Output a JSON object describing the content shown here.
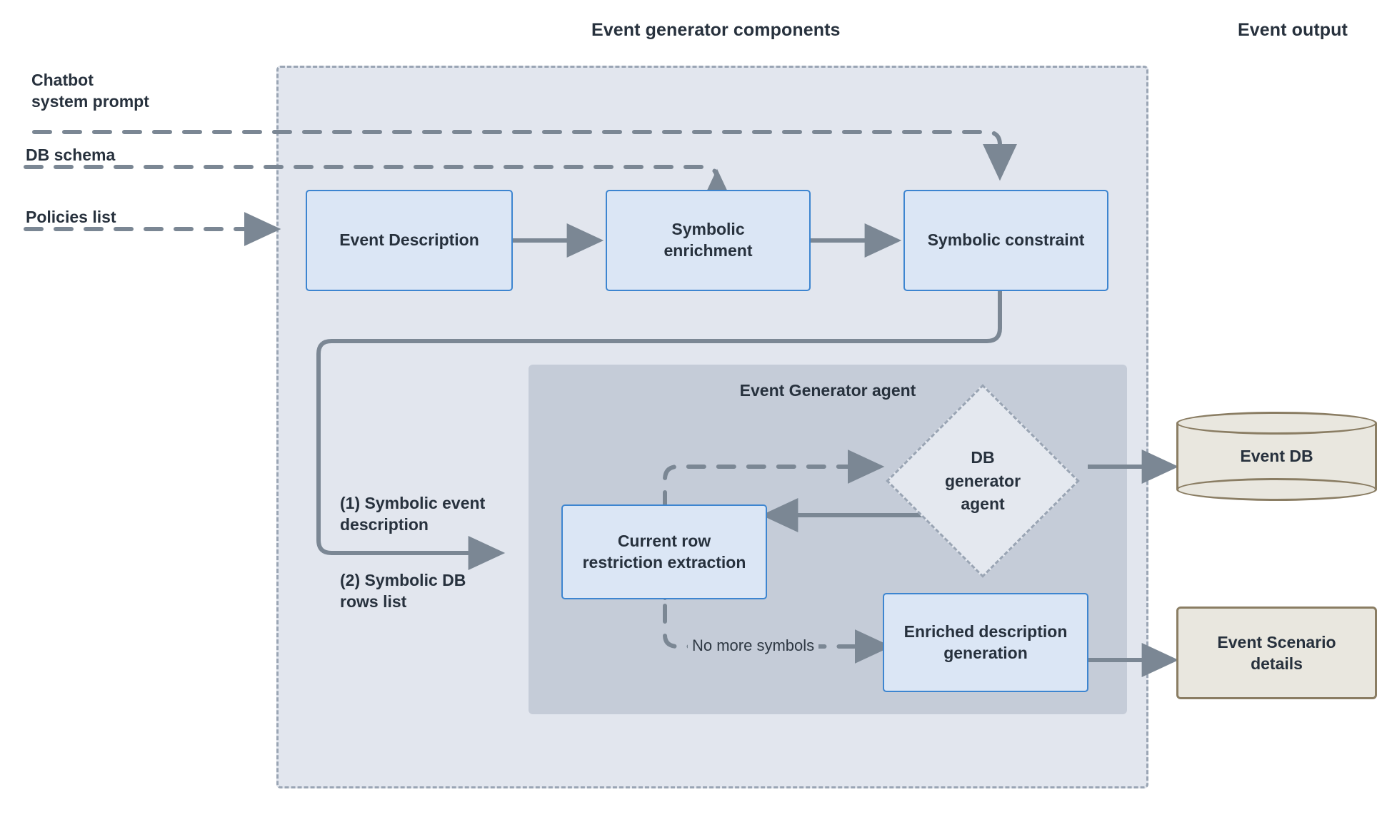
{
  "headers": {
    "left": "Event generator components",
    "right": "Event output"
  },
  "inputs": [
    {
      "id": "chatbot-system-prompt",
      "label": "Chatbot\nsystem prompt"
    },
    {
      "id": "db-schema",
      "label": "DB schema"
    },
    {
      "id": "policies-list",
      "label": "Policies list"
    }
  ],
  "pipeline": {
    "nodes": [
      {
        "id": "event-description",
        "label": "Event Description"
      },
      {
        "id": "symbolic-enrichment",
        "label": "Symbolic\nenrichment"
      },
      {
        "id": "symbolic-constraint",
        "label": "Symbolic constraint"
      }
    ]
  },
  "agent": {
    "title": "Event Generator agent",
    "nodes": [
      {
        "id": "db-generator-agent",
        "label": "DB\ngenerator\nagent",
        "shape": "diamond"
      },
      {
        "id": "current-row-restriction-extraction",
        "label": "Current row\nrestriction extraction",
        "shape": "rect"
      },
      {
        "id": "enriched-description-generation",
        "label": "Enriched description\ngeneration",
        "shape": "rect"
      }
    ],
    "edge_labels": [
      {
        "id": "no-more-symbols",
        "label": "No more symbols"
      }
    ]
  },
  "flow_notes": [
    {
      "id": "symbolic-event-description",
      "label": "(1) Symbolic event\ndescription"
    },
    {
      "id": "symbolic-db-rows-list",
      "label": "(2) Symbolic DB\nrows list"
    }
  ],
  "outputs": [
    {
      "id": "event-db",
      "label": "Event  DB",
      "shape": "cylinder"
    },
    {
      "id": "event-scenario-details",
      "label": "Event Scenario\ndetails",
      "shape": "rect"
    }
  ],
  "colors": {
    "canvas_bg": "#ffffff",
    "outer_panel_bg": "#e2e6ee",
    "outer_panel_border": "#9aa5b4",
    "agent_panel_bg": "#c5ccd8",
    "node_fill": "#dbe6f5",
    "node_border": "#3d85d0",
    "output_fill": "#e9e7df",
    "output_border": "#8a7d63",
    "connector": "#7b8794",
    "text": "#27313d"
  }
}
